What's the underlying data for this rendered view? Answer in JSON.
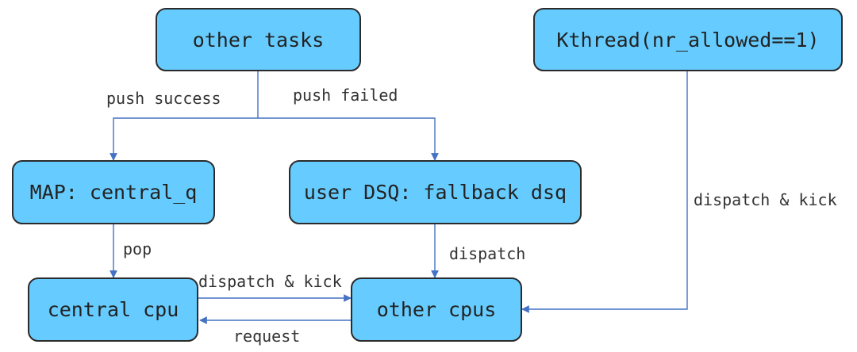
{
  "nodes": {
    "other_tasks": "other tasks",
    "kthread": "Kthread(nr_allowed==1)",
    "central_q": "MAP: central_q",
    "fallback_dsq": "user DSQ: fallback dsq",
    "central_cpu": "central cpu",
    "other_cpus": "other cpus"
  },
  "edges": {
    "push_success": "push success",
    "push_failed": "push failed",
    "pop": "pop",
    "dispatch": "dispatch",
    "dispatch_kick_central": "dispatch & kick",
    "request": "request",
    "dispatch_kick_kthread": "dispatch & kick"
  },
  "colors": {
    "node_fill": "#66ccff",
    "node_border": "#2b2b2b",
    "line": "#4472c4"
  }
}
